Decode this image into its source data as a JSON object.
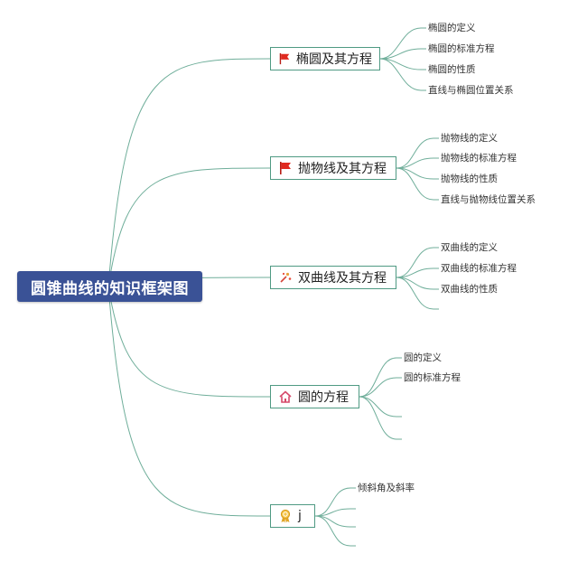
{
  "root": {
    "label": "圆锥曲线的知识框架图"
  },
  "branches": [
    {
      "label": "椭圆及其方程",
      "icon": "red-flag-icon",
      "children": [
        "椭圆的定义",
        "椭圆的标准方程",
        "椭圆的性质",
        "直线与椭圆位置关系"
      ]
    },
    {
      "label": "抛物线及其方程",
      "icon": "red-flag-icon",
      "children": [
        "抛物线的定义",
        "抛物线的标准方程",
        "抛物线的性质",
        "直线与抛物线位置关系"
      ]
    },
    {
      "label": "双曲线及其方程",
      "icon": "sparkle-icon",
      "children": [
        "双曲线的定义",
        "双曲线的标准方程",
        "双曲线的性质"
      ]
    },
    {
      "label": "圆的方程",
      "icon": "home-icon",
      "children": [
        "圆的定义",
        "圆的标准方程",
        "",
        ""
      ]
    },
    {
      "label": "j",
      "icon": "award-ribbon-icon",
      "children": [
        "倾斜角及斜率",
        "",
        "",
        ""
      ]
    }
  ],
  "colors": {
    "root_bg": "#3a5296",
    "link": "#6fae9a",
    "branch_border": "#4f9a83",
    "flag": "#e02a20"
  }
}
